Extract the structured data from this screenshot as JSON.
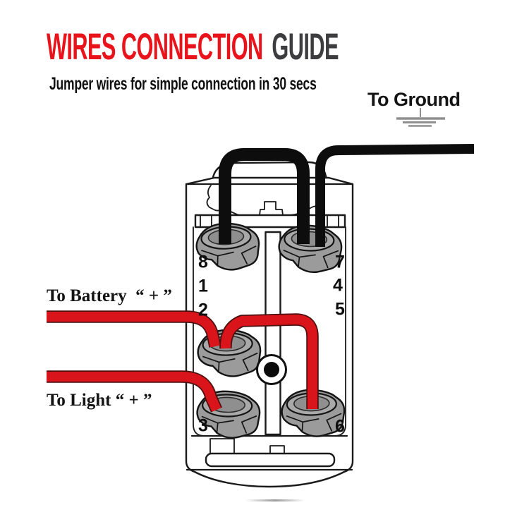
{
  "title": {
    "primary": "WIRES CONNECTION",
    "secondary": "GUIDE"
  },
  "subtitle": "Jumper wires for simple connection in 30 secs",
  "annotations": {
    "ground": "To Ground",
    "battery": "To Battery  “ + ”",
    "light": "To Light “ + ”"
  },
  "switch": {
    "terminals": {
      "t8": "8",
      "t1": "1",
      "t2": "2",
      "t7": "7",
      "t4": "4",
      "t5": "5",
      "t3": "3",
      "t6": "6"
    }
  },
  "icons": {
    "ground_symbol": "earth-ground-symbol",
    "screw": "mounting-screw"
  },
  "colors": {
    "accent_red": "#e9141b",
    "title_gray": "#3d3d3f",
    "wire_red": "#d9141a",
    "wire_black": "#0d0d0d",
    "terminal_gray": "#9b9b9b",
    "ground_gray": "#8f8f8f"
  }
}
